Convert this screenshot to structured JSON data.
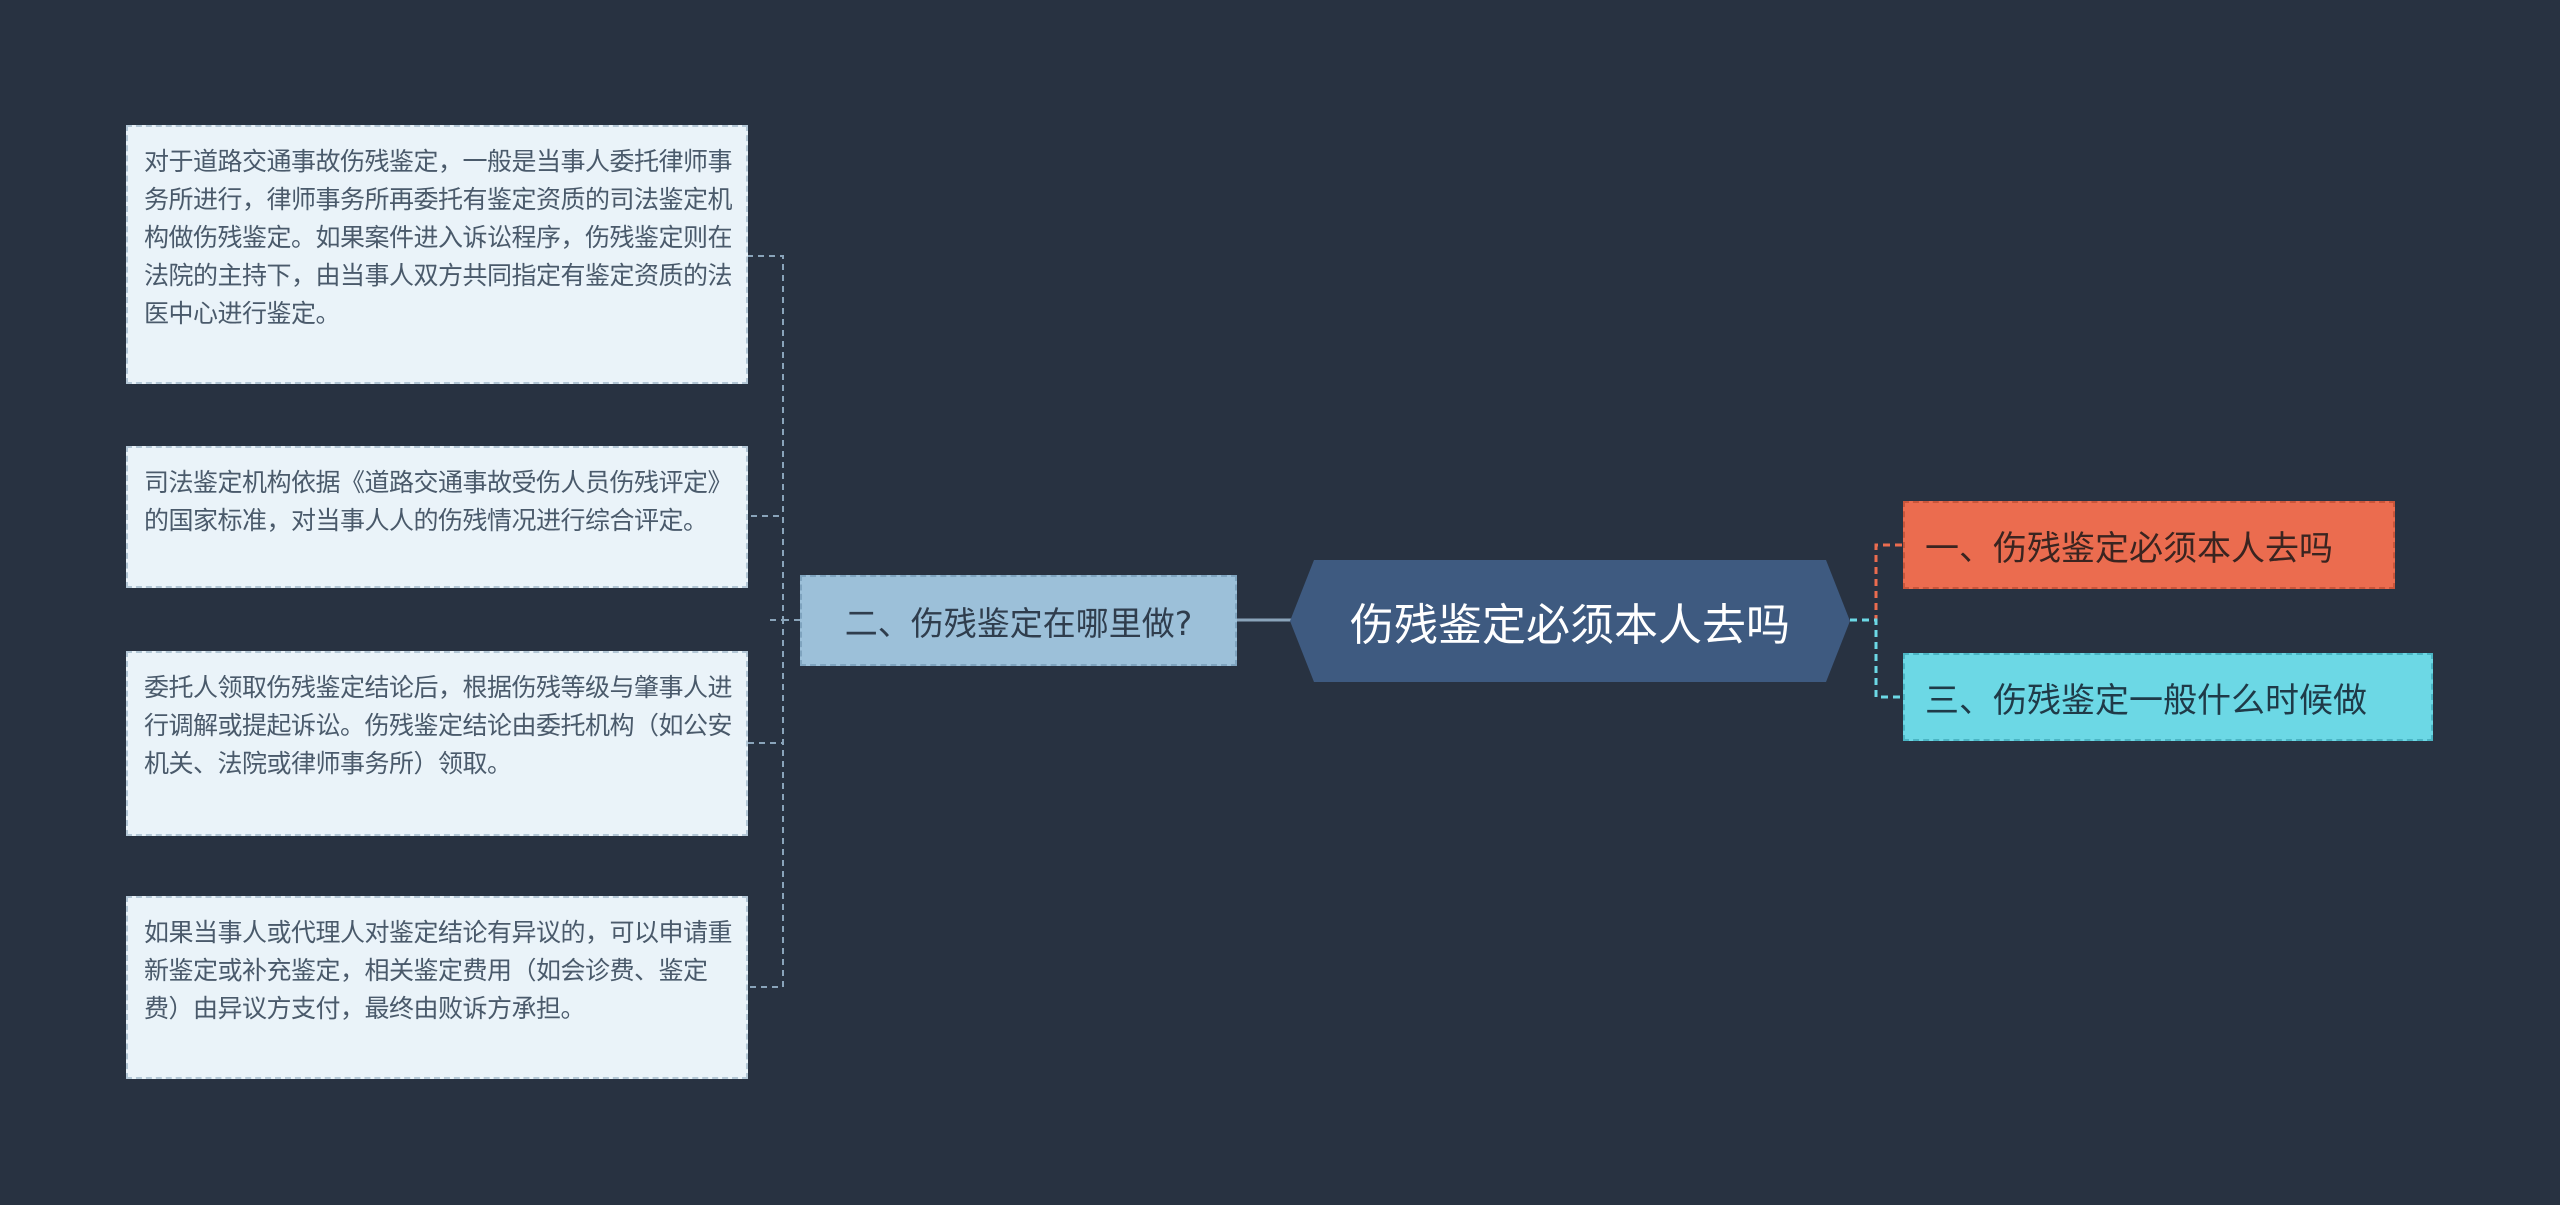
{
  "root": {
    "label": "伤残鉴定必须本人去吗"
  },
  "branches_right": [
    {
      "label": "一、伤残鉴定必须本人去吗"
    },
    {
      "label": "三、伤残鉴定一般什么时候做"
    }
  ],
  "branch_left": {
    "label": "二、伤残鉴定在哪里做?"
  },
  "leaves": [
    {
      "text": "对于道路交通事故伤残鉴定，一般是当事人委托律师事务所进行，律师事务所再委托有鉴定资质的司法鉴定机构做伤残鉴定。如果案件进入诉讼程序，伤残鉴定则在法院的主持下，由当事人双方共同指定有鉴定资质的法医中心进行鉴定。"
    },
    {
      "text": "司法鉴定机构依据《道路交通事故受伤人员伤残评定》的国家标准，对当事人人的伤残情况进行综合评定。"
    },
    {
      "text": "委托人领取伤残鉴定结论后，根据伤残等级与肇事人进行调解或提起诉讼。伤残鉴定结论由委托机构（如公安机关、法院或律师事务所）领取。"
    },
    {
      "text": "如果当事人或代理人对鉴定结论有异议的，可以申请重新鉴定或补充鉴定，相关鉴定费用（如会诊费、鉴定费）由异议方支付，最终由败诉方承担。"
    }
  ],
  "colors": {
    "background": "#283241",
    "root": "#3e5a80",
    "branch_left": "#9cc0d9",
    "branch_right_1": "#eb6c4f",
    "branch_right_2": "#6cd8e5",
    "leaf": "#eaf3f9"
  }
}
